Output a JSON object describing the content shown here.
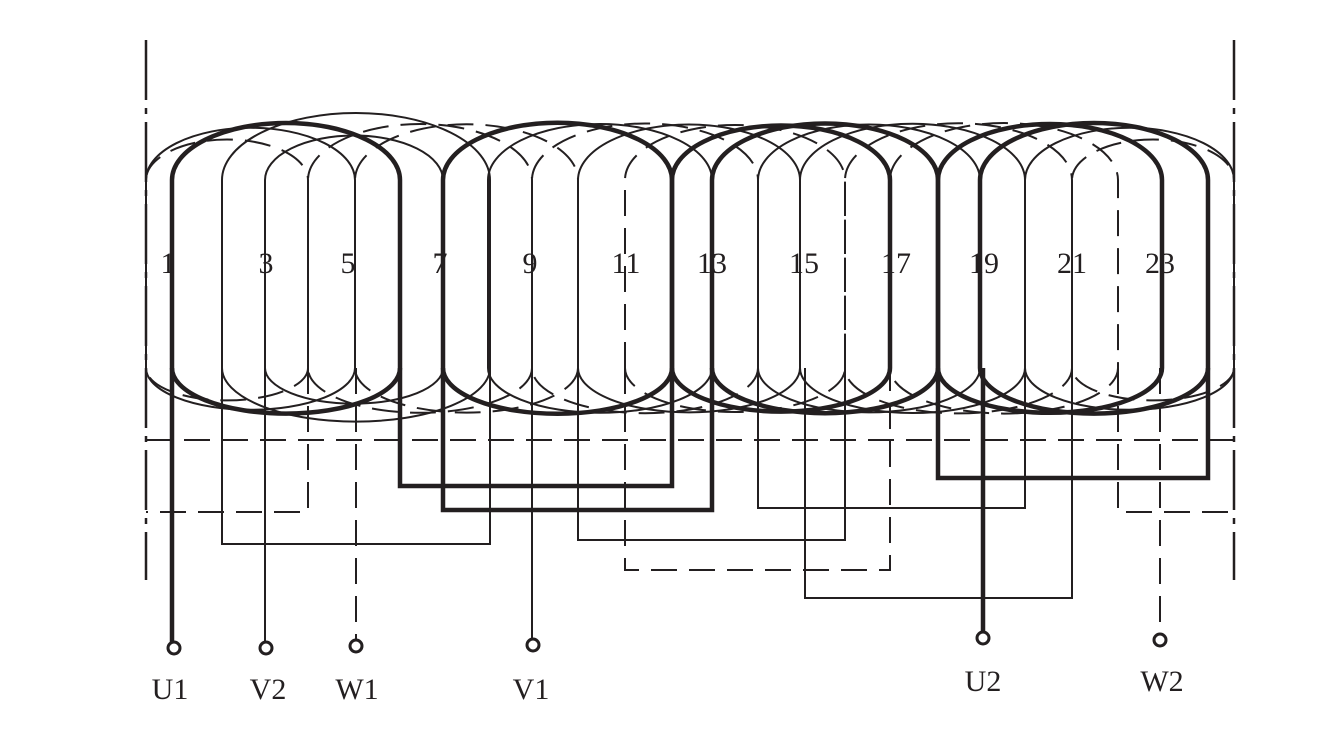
{
  "diagram": {
    "line_color": "#231f20",
    "background": "#ffffff",
    "slot_labels": [
      "1",
      "3",
      "5",
      "7",
      "9",
      "11",
      "13",
      "15",
      "17",
      "19",
      "21",
      "23"
    ],
    "terminal_labels": [
      "U1",
      "V2",
      "W1",
      "V1",
      "U2",
      "W2"
    ],
    "phases": [
      {
        "phase": "U",
        "line_style": "thick-solid"
      },
      {
        "phase": "V",
        "line_style": "thin-solid"
      },
      {
        "phase": "W",
        "line_style": "dashed"
      }
    ]
  }
}
